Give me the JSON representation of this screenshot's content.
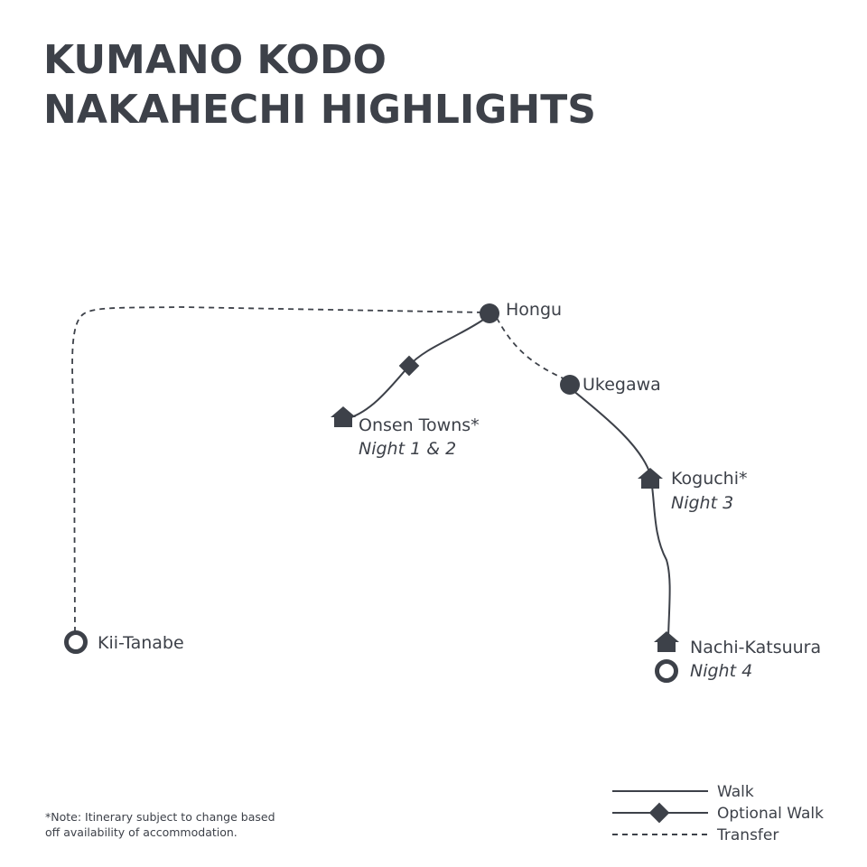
{
  "title": {
    "line1": "KUMANO KODO",
    "line2": "NAKAHECHI HIGHLIGHTS"
  },
  "colors": {
    "ink": "#3d4149",
    "background": "#ffffff"
  },
  "places": {
    "hongu": {
      "name": "Hongu",
      "marker": "filled-circle-icon"
    },
    "ukegawa": {
      "name": "Ukegawa",
      "marker": "filled-circle-icon"
    },
    "onsen_towns": {
      "name": "Onsen Towns*",
      "night": "Night 1 & 2",
      "marker": "house-icon"
    },
    "koguchi": {
      "name": "Koguchi*",
      "night": "Night 3",
      "marker": "house-icon"
    },
    "nachi_katsuura": {
      "name": "Nachi-Katsuura",
      "night": "Night 4",
      "marker": "house-icon"
    },
    "kii_tanabe": {
      "name": "Kii-Tanabe",
      "marker": "ring-icon"
    }
  },
  "optional_walk_marker": "diamond-icon",
  "end_marker": "ring-icon",
  "legend": {
    "walk": "Walk",
    "optional_walk": "Optional Walk",
    "transfer": "Transfer"
  },
  "note": {
    "line1": "*Note: Itinerary  subject to change based",
    "line2": "off availability of accommodation."
  }
}
